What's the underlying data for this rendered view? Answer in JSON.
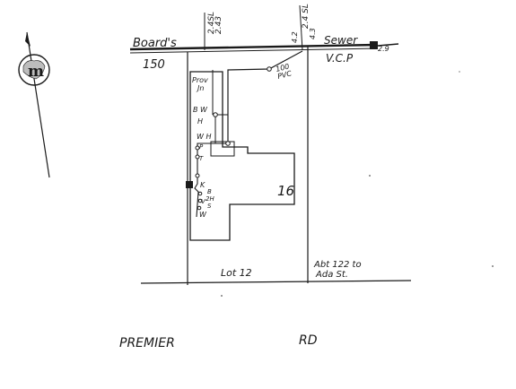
{
  "sewer_main": {
    "street_label": "Board's",
    "number": "150",
    "pipe_label": "Sewer",
    "pipe_type": "V.C.P",
    "end_label": "2.9"
  },
  "depth_marks": [
    {
      "label": "2.4SL"
    },
    {
      "label": "2.43"
    },
    {
      "label": "2.4 SL"
    },
    {
      "label": "4.2"
    },
    {
      "label": "4.3"
    }
  ],
  "house_connection": {
    "size": "100",
    "material": "PVC"
  },
  "fixtures": {
    "junction": [
      "Prov",
      "Jn"
    ],
    "bw": "B W",
    "h1": "H",
    "wh": "W H",
    "p": "P",
    "t": "T",
    "k": "K",
    "b": "B",
    "twoh": "2H",
    "v": "V",
    "s": "S",
    "w": "W"
  },
  "house_number": "16",
  "lot": "Lot 12",
  "distance_note": [
    "Abt 122 to",
    "Ada St."
  ],
  "road": {
    "name": "PREMIER",
    "type": "RD"
  },
  "colors": {
    "ink": "#1a1a1a",
    "paper": "#ffffff"
  }
}
